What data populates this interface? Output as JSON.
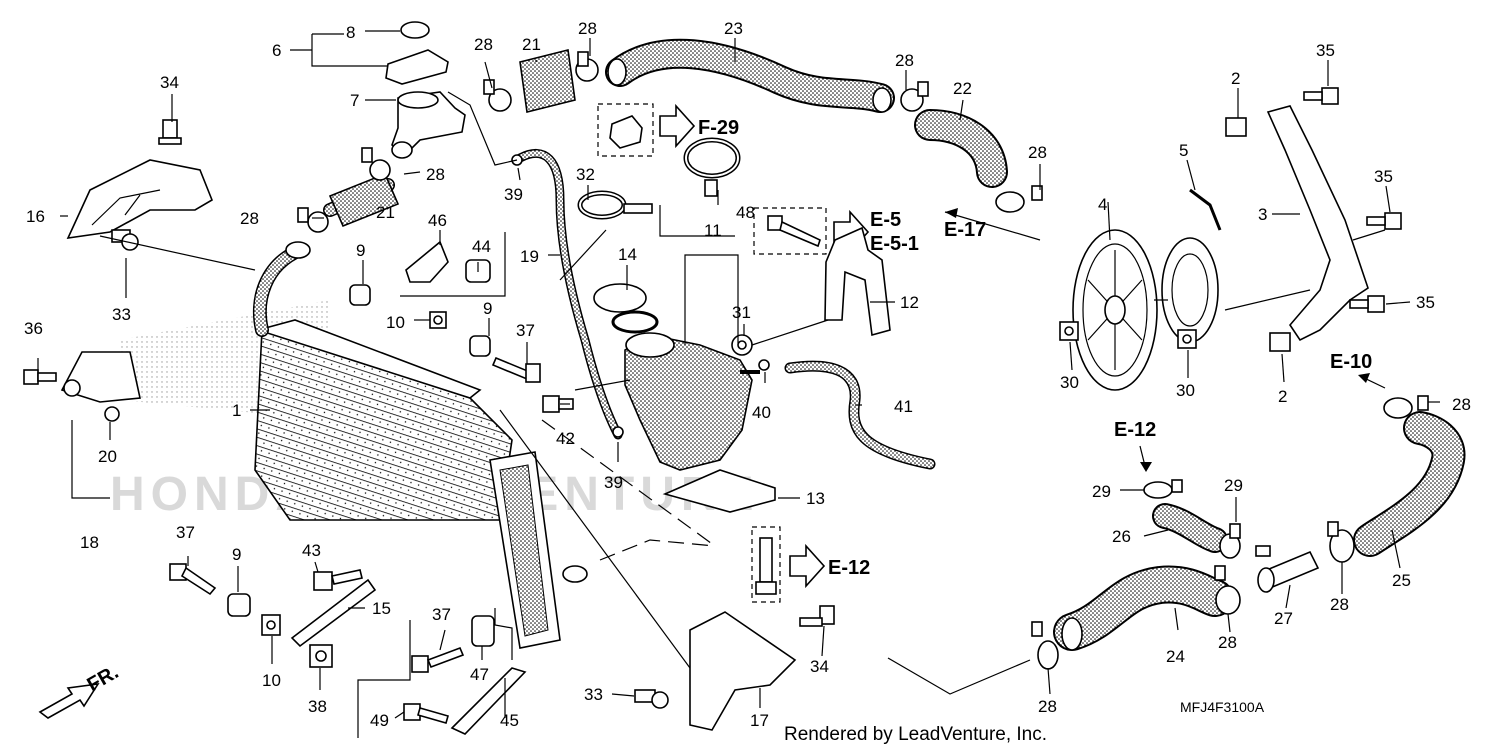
{
  "diagram": {
    "callouts": [
      {
        "id": "c1",
        "label": "1"
      },
      {
        "id": "c2a",
        "label": "2"
      },
      {
        "id": "c2b",
        "label": "2"
      },
      {
        "id": "c3",
        "label": "3"
      },
      {
        "id": "c4",
        "label": "4"
      },
      {
        "id": "c5",
        "label": "5"
      },
      {
        "id": "c6",
        "label": "6"
      },
      {
        "id": "c7",
        "label": "7"
      },
      {
        "id": "c8",
        "label": "8"
      },
      {
        "id": "c9a",
        "label": "9"
      },
      {
        "id": "c9b",
        "label": "9"
      },
      {
        "id": "c9c",
        "label": "9"
      },
      {
        "id": "c10a",
        "label": "10"
      },
      {
        "id": "c10b",
        "label": "10"
      },
      {
        "id": "c11",
        "label": "11"
      },
      {
        "id": "c12",
        "label": "12"
      },
      {
        "id": "c13",
        "label": "13"
      },
      {
        "id": "c14",
        "label": "14"
      },
      {
        "id": "c15",
        "label": "15"
      },
      {
        "id": "c16",
        "label": "16"
      },
      {
        "id": "c17",
        "label": "17"
      },
      {
        "id": "c18",
        "label": "18"
      },
      {
        "id": "c19",
        "label": "19"
      },
      {
        "id": "c20",
        "label": "20"
      },
      {
        "id": "c21a",
        "label": "21"
      },
      {
        "id": "c21b",
        "label": "21"
      },
      {
        "id": "c22",
        "label": "22"
      },
      {
        "id": "c23",
        "label": "23"
      },
      {
        "id": "c24",
        "label": "24"
      },
      {
        "id": "c25",
        "label": "25"
      },
      {
        "id": "c26",
        "label": "26"
      },
      {
        "id": "c27",
        "label": "27"
      },
      {
        "id": "c28a",
        "label": "28"
      },
      {
        "id": "c28b",
        "label": "28"
      },
      {
        "id": "c28c",
        "label": "28"
      },
      {
        "id": "c28d",
        "label": "28"
      },
      {
        "id": "c28e",
        "label": "28"
      },
      {
        "id": "c28f",
        "label": "28"
      },
      {
        "id": "c28g",
        "label": "28"
      },
      {
        "id": "c28h",
        "label": "28"
      },
      {
        "id": "c28i",
        "label": "28"
      },
      {
        "id": "c28j",
        "label": "28"
      },
      {
        "id": "c29a",
        "label": "29"
      },
      {
        "id": "c29b",
        "label": "29"
      },
      {
        "id": "c30a",
        "label": "30"
      },
      {
        "id": "c30b",
        "label": "30"
      },
      {
        "id": "c31",
        "label": "31"
      },
      {
        "id": "c32",
        "label": "32"
      },
      {
        "id": "c33a",
        "label": "33"
      },
      {
        "id": "c33b",
        "label": "33"
      },
      {
        "id": "c34a",
        "label": "34"
      },
      {
        "id": "c34b",
        "label": "34"
      },
      {
        "id": "c35a",
        "label": "35"
      },
      {
        "id": "c35b",
        "label": "35"
      },
      {
        "id": "c35c",
        "label": "35"
      },
      {
        "id": "c36",
        "label": "36"
      },
      {
        "id": "c37a",
        "label": "37"
      },
      {
        "id": "c37b",
        "label": "37"
      },
      {
        "id": "c37c",
        "label": "37"
      },
      {
        "id": "c38",
        "label": "38"
      },
      {
        "id": "c39a",
        "label": "39"
      },
      {
        "id": "c39b",
        "label": "39"
      },
      {
        "id": "c40",
        "label": "40"
      },
      {
        "id": "c41",
        "label": "41"
      },
      {
        "id": "c42",
        "label": "42"
      },
      {
        "id": "c43",
        "label": "43"
      },
      {
        "id": "c44",
        "label": "44"
      },
      {
        "id": "c45",
        "label": "45"
      },
      {
        "id": "c46",
        "label": "46"
      },
      {
        "id": "c47",
        "label": "47"
      },
      {
        "id": "c48",
        "label": "48"
      },
      {
        "id": "c49",
        "label": "49"
      }
    ],
    "references": [
      {
        "id": "rF29",
        "label": "F-29"
      },
      {
        "id": "rE5",
        "label": "E-5"
      },
      {
        "id": "rE51",
        "label": "E-5-1"
      },
      {
        "id": "rE17",
        "label": "E-17"
      },
      {
        "id": "rE10",
        "label": "E-10"
      },
      {
        "id": "rE12a",
        "label": "E-12"
      },
      {
        "id": "rE12b",
        "label": "E-12"
      }
    ],
    "front_marker": "FR.",
    "diagram_code": "MFJ4F3100A",
    "credit": "Rendered by LeadVenture, Inc.",
    "watermark": "HONDA  LEADVENTURE"
  }
}
